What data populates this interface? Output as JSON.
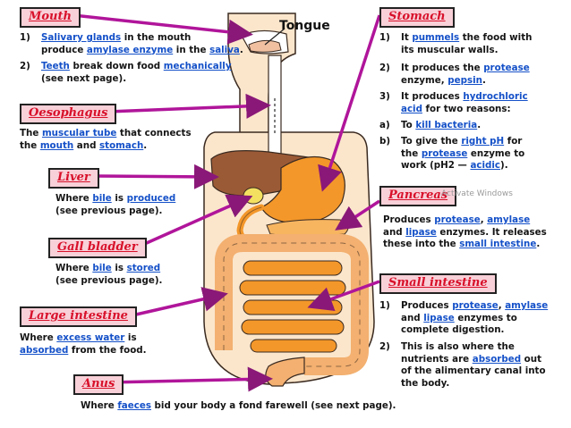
{
  "labels": {
    "mouth": "Mouth",
    "oesophagus": "Oesophagus",
    "liver": "Liver",
    "gall_bladder": "Gall bladder",
    "large_intestine": "Large intestine",
    "anus": "Anus",
    "stomach": "Stomach",
    "pancreas": "Pancreas",
    "small_intestine": "Small intestine",
    "tongue": "Tongue"
  },
  "mouth_text": {
    "n1": "1)",
    "l1_kw": "Salivary glands",
    "l1_rest": " in the mouth",
    "l2_a": "produce ",
    "l2_kw1": "amylase enzyme",
    "l2_b": " in the ",
    "l2_kw2": "saliva",
    "l2_c": ".",
    "n2": "2)",
    "l3_kw1": "Teeth",
    "l3_a": " break down food ",
    "l3_kw2": "mechanically",
    "l4": "(see next page)."
  },
  "oesophagus_text": {
    "l1_a": "The ",
    "l1_kw": "muscular tube",
    "l1_b": " that connects",
    "l2_a": "the ",
    "l2_kw1": "mouth",
    "l2_b": " and ",
    "l2_kw2": "stomach",
    "l2_c": "."
  },
  "liver_text": {
    "l1_a": "Where ",
    "l1_kw1": "bile",
    "l1_b": " is ",
    "l1_kw2": "produced",
    "l2": "(see previous page)."
  },
  "gall_text": {
    "l1_a": "Where ",
    "l1_kw1": "bile",
    "l1_b": " is ",
    "l1_kw2": "stored",
    "l2": "(see previous page)."
  },
  "large_text": {
    "l1_a": "Where ",
    "l1_kw": "excess water",
    "l1_b": " is",
    "l2_kw": "absorbed",
    "l2_a": " from the food."
  },
  "anus_text": {
    "a": "Where ",
    "kw": "faeces",
    "b": " bid your body a fond farewell (see next page)."
  },
  "stomach_text": {
    "n1": "1)",
    "l1_a": "It ",
    "l1_kw": "pummels",
    "l1_b": " the food with",
    "l2": "its muscular walls.",
    "n2": "2)",
    "l3_a": "It produces the ",
    "l3_kw": "protease",
    "l4_a": "enzyme, ",
    "l4_kw": "pepsin",
    "l4_b": ".",
    "n3": "3)",
    "l5_a": "It produces ",
    "l5_kw": "hydrochloric",
    "l6_kw": "acid",
    "l6_a": " for two reasons:",
    "na": "a)",
    "l7_a": "To ",
    "l7_kw": "kill bacteria",
    "l7_b": ".",
    "nb": "b)",
    "l8_a": "To give the ",
    "l8_kw": "right pH",
    "l8_b": " for",
    "l9_a": "the ",
    "l9_kw": "protease",
    "l9_b": " enzyme to",
    "l10_a": "work (pH2 — ",
    "l10_kw": "acidic",
    "l10_b": ")."
  },
  "pancreas_text": {
    "l1_a": "Produces ",
    "l1_kw1": "protease",
    "l1_b": ", ",
    "l1_kw2": "amylase",
    "l2_a": "and ",
    "l2_kw": "lipase",
    "l2_b": " enzymes.  It releases",
    "l3_a": "these into the ",
    "l3_kw": "small intestine",
    "l3_b": "."
  },
  "small_text": {
    "n1": "1)",
    "l1_a": "Produces ",
    "l1_kw1": "protease",
    "l1_b": ", ",
    "l1_kw2": "amylase",
    "l2_a": "and ",
    "l2_kw": "lipase",
    "l2_b": " enzymes to",
    "l3": "complete digestion.",
    "n2": "2)",
    "l4": "This is also where the",
    "l5_a": "nutrients are ",
    "l5_kw": "absorbed",
    "l5_b": " out",
    "l6": "of the alimentary canal into",
    "l7": "the body."
  },
  "watermark": "Activate Windows",
  "colors": {
    "label_bg": "#f8d0d8",
    "label_text": "#d8102a",
    "keyword": "#1450c8",
    "arrow": "#b0159a",
    "body": "#fbe6cc",
    "organ": "#f3972a",
    "liver": "#9b5a36"
  }
}
